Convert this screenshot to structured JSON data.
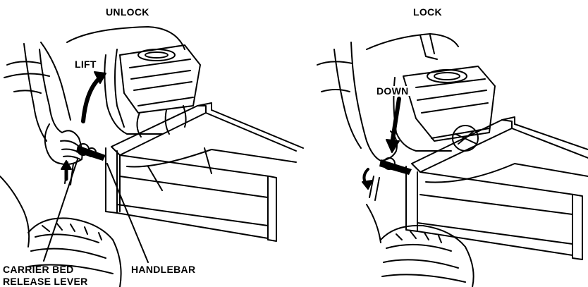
{
  "panels": [
    {
      "title": "UNLOCK",
      "callouts": {
        "action": "LIFT",
        "lever_line1": "CARRIER BED",
        "lever_line2": "RELEASE LEVER",
        "handlebar": "HANDLEBAR"
      }
    },
    {
      "title": "LOCK",
      "callouts": {
        "action": "DOWN"
      }
    }
  ],
  "colors": {
    "ink": "#000000",
    "paper": "#ffffff"
  }
}
